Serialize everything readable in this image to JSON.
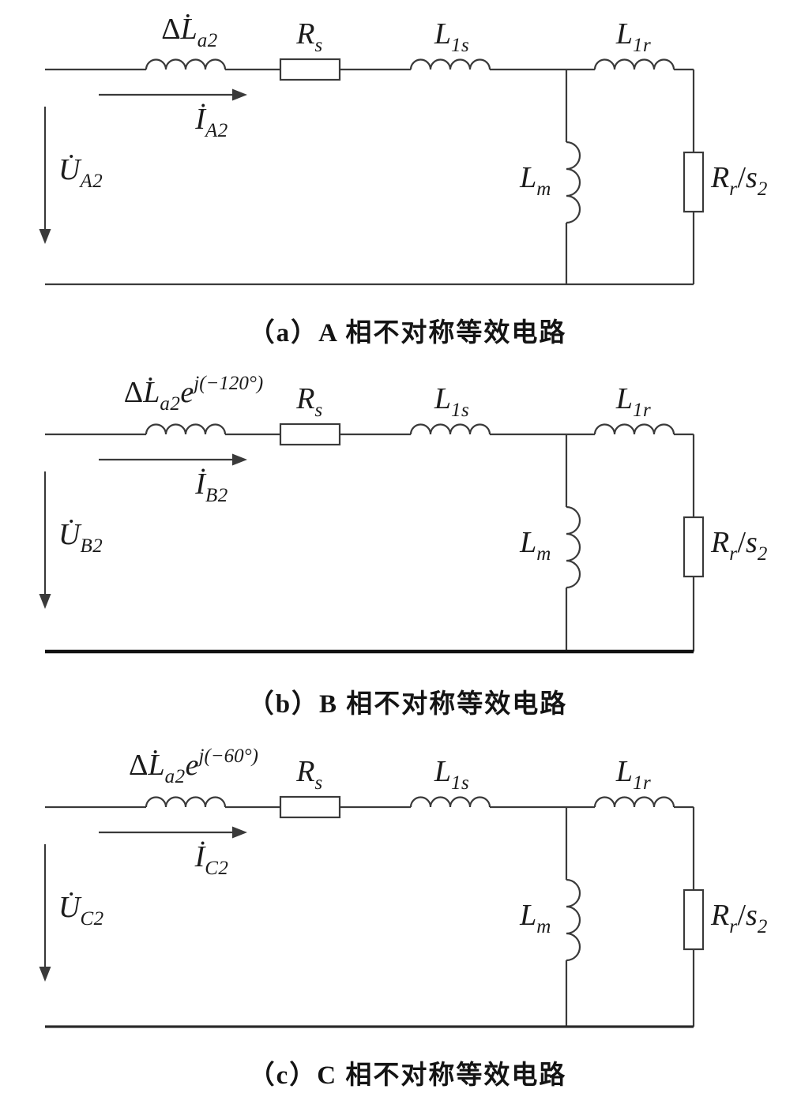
{
  "colors": {
    "background": "#ffffff",
    "line": "#3a3a3a",
    "text": "#1b1b1b"
  },
  "circuits": [
    {
      "id": "a",
      "labels": {
        "delta": {
          "prefix": "Δ",
          "base": "L̇",
          "sub": "a2",
          "exp_base": "",
          "exp_sup": ""
        },
        "rs": {
          "base": "R",
          "sub": "s"
        },
        "l1s": {
          "base": "L",
          "sub": "1s"
        },
        "l1r": {
          "base": "L",
          "sub": "1r"
        },
        "lm": {
          "base": "L",
          "sub": "m"
        },
        "rr": {
          "r_base": "R",
          "r_sub": "r",
          "slash": "/",
          "s_base": "s",
          "s_sub": "2"
        },
        "current": {
          "base": "İ",
          "sub": "A2"
        },
        "voltage": {
          "base": "U̇",
          "sub": "A2"
        }
      },
      "caption": "（a）A 相不对称等效电路"
    },
    {
      "id": "b",
      "labels": {
        "delta": {
          "prefix": "Δ",
          "base": "L̇",
          "sub": "a2",
          "exp_base": "e",
          "exp_sup": "j(−120°)"
        },
        "rs": {
          "base": "R",
          "sub": "s"
        },
        "l1s": {
          "base": "L",
          "sub": "1s"
        },
        "l1r": {
          "base": "L",
          "sub": "1r"
        },
        "lm": {
          "base": "L",
          "sub": "m"
        },
        "rr": {
          "r_base": "R",
          "r_sub": "r",
          "slash": "/",
          "s_base": "s",
          "s_sub": "2"
        },
        "current": {
          "base": "İ",
          "sub": "B2"
        },
        "voltage": {
          "base": "U̇",
          "sub": "B2"
        }
      },
      "caption": "（b）B 相不对称等效电路"
    },
    {
      "id": "c",
      "labels": {
        "delta": {
          "prefix": "Δ",
          "base": "L̇",
          "sub": "a2",
          "exp_base": "e",
          "exp_sup": "j(−60°)"
        },
        "rs": {
          "base": "R",
          "sub": "s"
        },
        "l1s": {
          "base": "L",
          "sub": "1s"
        },
        "l1r": {
          "base": "L",
          "sub": "1r"
        },
        "lm": {
          "base": "L",
          "sub": "m"
        },
        "rr": {
          "r_base": "R",
          "r_sub": "r",
          "slash": "/",
          "s_base": "s",
          "s_sub": "2"
        },
        "current": {
          "base": "İ",
          "sub": "C2"
        },
        "voltage": {
          "base": "U̇",
          "sub": "C2"
        }
      },
      "caption": "（c）C 相不对称等效电路"
    }
  ]
}
